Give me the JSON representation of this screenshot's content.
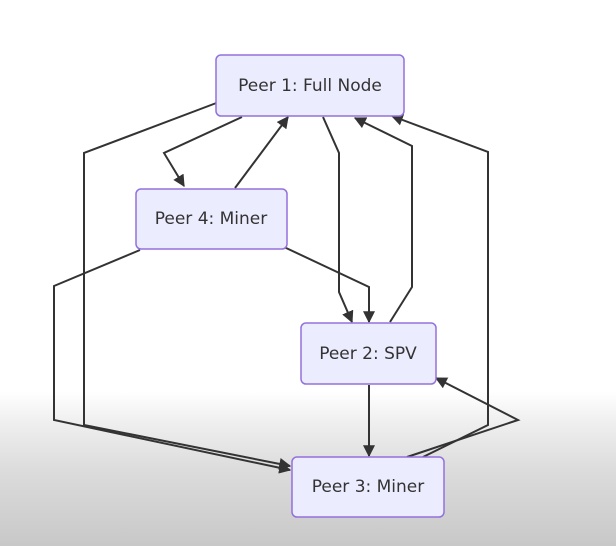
{
  "diagram": {
    "nodes": [
      {
        "id": "peer1",
        "label": "Peer 1: Full Node"
      },
      {
        "id": "peer4",
        "label": "Peer 4: Miner"
      },
      {
        "id": "peer2",
        "label": "Peer 2: SPV"
      },
      {
        "id": "peer3",
        "label": "Peer 3: Miner"
      }
    ],
    "edges": [
      {
        "from": "peer1",
        "to": "peer4"
      },
      {
        "from": "peer4",
        "to": "peer1"
      },
      {
        "from": "peer1",
        "to": "peer2"
      },
      {
        "from": "peer2",
        "to": "peer1"
      },
      {
        "from": "peer3",
        "to": "peer1"
      },
      {
        "from": "peer1",
        "to": "peer3"
      },
      {
        "from": "peer4",
        "to": "peer2"
      },
      {
        "from": "peer4",
        "to": "peer3"
      },
      {
        "from": "peer2",
        "to": "peer3"
      },
      {
        "from": "peer3",
        "to": "peer2"
      }
    ],
    "colors": {
      "node_fill": "#ECECFF",
      "node_border": "#9370DB",
      "edge": "#333333",
      "text": "#333333"
    }
  }
}
